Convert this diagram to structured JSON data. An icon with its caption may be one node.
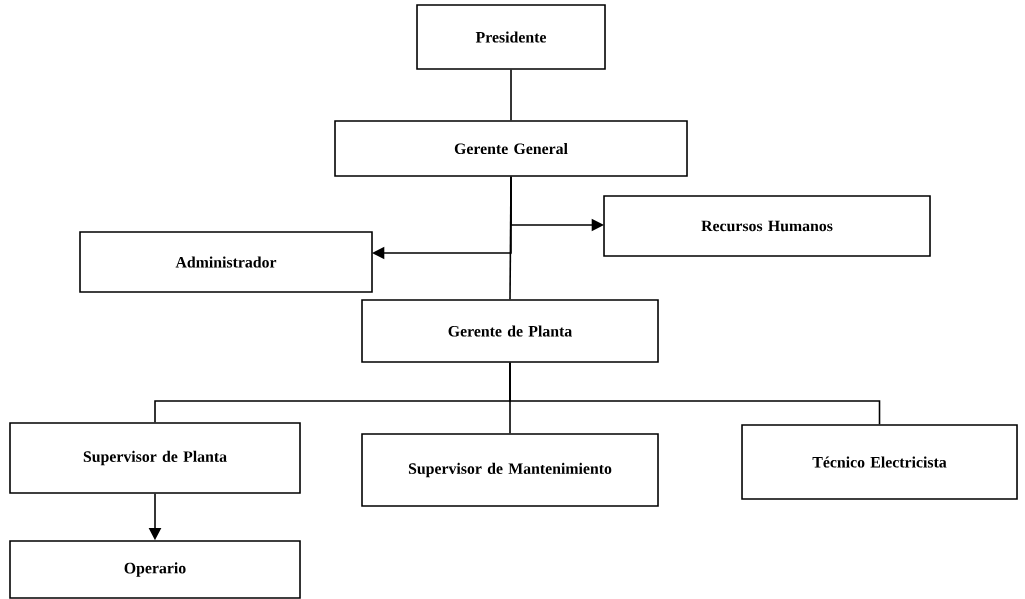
{
  "diagram": {
    "nodes": [
      {
        "text": [
          "Presidente"
        ]
      },
      {
        "text": [
          "Gerente General"
        ]
      },
      {
        "text": [
          "Recursos Humanos"
        ]
      },
      {
        "text": [
          "Administrador"
        ]
      },
      {
        "text": [
          "Gerente de Planta"
        ]
      },
      {
        "text": [
          "Supervisor de Planta"
        ]
      },
      {
        "text": [
          "Supervisor de Mantenimiento"
        ]
      },
      {
        "text": [
          "Técnico Electricista"
        ]
      },
      {
        "text": [
          "Operario"
        ]
      }
    ],
    "edges": [
      {
        "from": 0,
        "to": 1,
        "arrow": "none"
      },
      {
        "from": 1,
        "to": 2,
        "arrow": "to"
      },
      {
        "from": 1,
        "to": 3,
        "arrow": "to"
      },
      {
        "from": 1,
        "to": 4,
        "arrow": "none"
      },
      {
        "from": 4,
        "to": 5,
        "arrow": "none"
      },
      {
        "from": 4,
        "to": 6,
        "arrow": "none"
      },
      {
        "from": 4,
        "to": 7,
        "arrow": "none"
      },
      {
        "from": 5,
        "to": 8,
        "arrow": "to"
      }
    ]
  }
}
